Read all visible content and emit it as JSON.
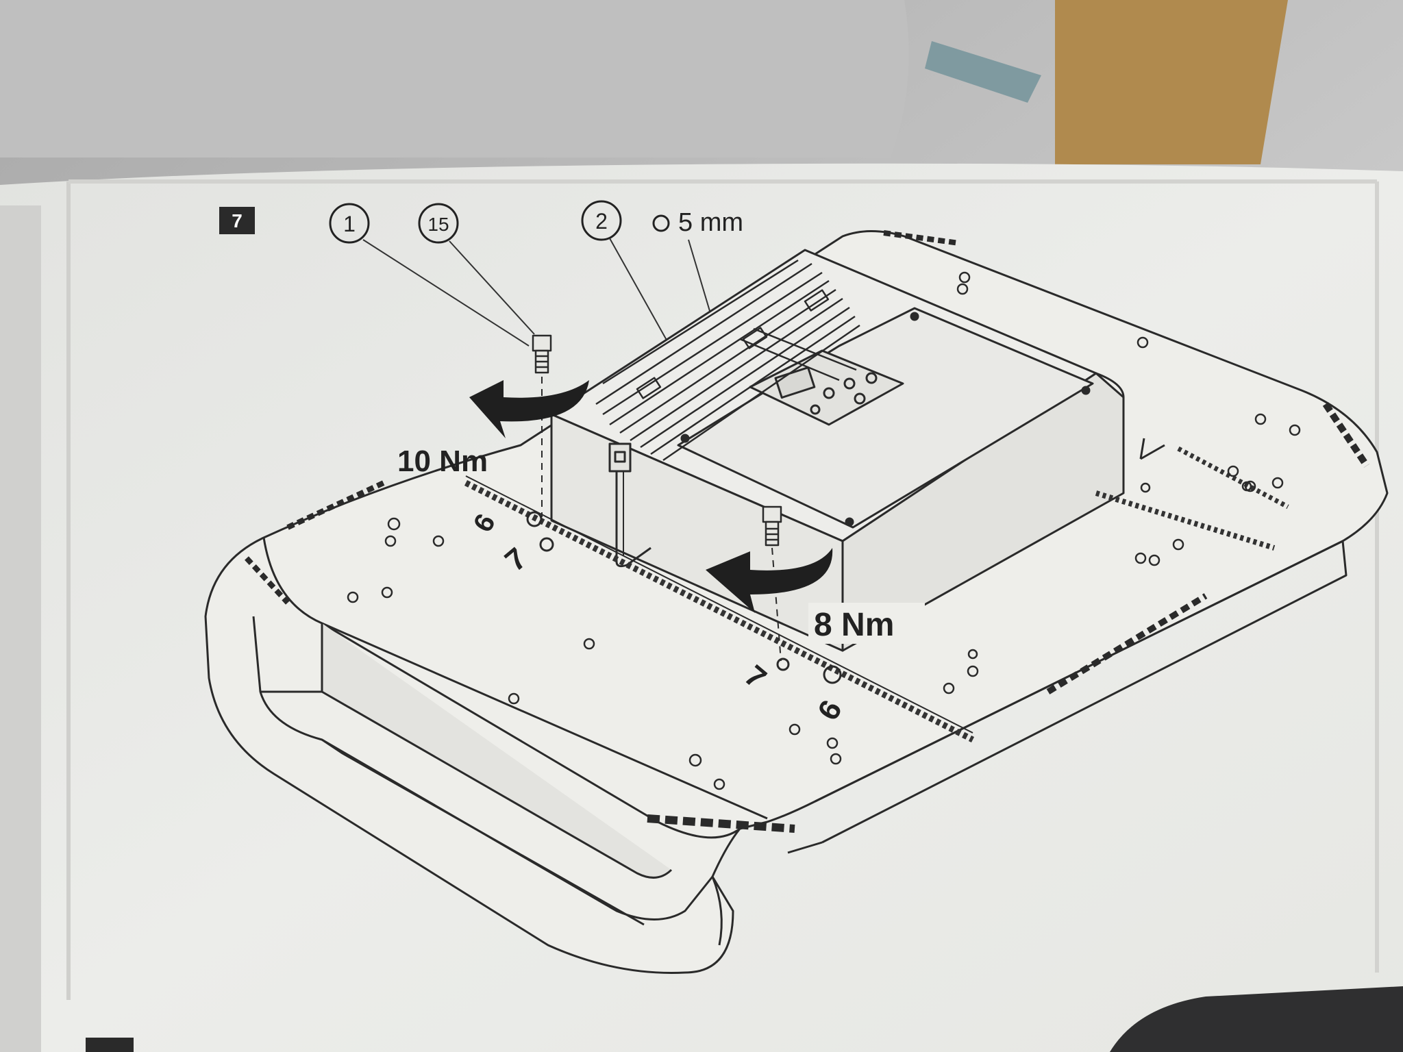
{
  "step": {
    "number": "7"
  },
  "callouts": [
    {
      "id": "1",
      "label": "1"
    },
    {
      "id": "15",
      "label": "15"
    },
    {
      "id": "2",
      "label": "2"
    }
  ],
  "tool": {
    "label": "5 mm"
  },
  "torques": {
    "left": "10 Nm",
    "right": "8 Nm"
  },
  "hole_marks": {
    "left_6": "6",
    "left_7": "7",
    "right_6": "6",
    "right_7": "7"
  },
  "colors": {
    "paper": "#e9eae6",
    "ink": "#222222",
    "backdrop": "#b9b9b9"
  }
}
